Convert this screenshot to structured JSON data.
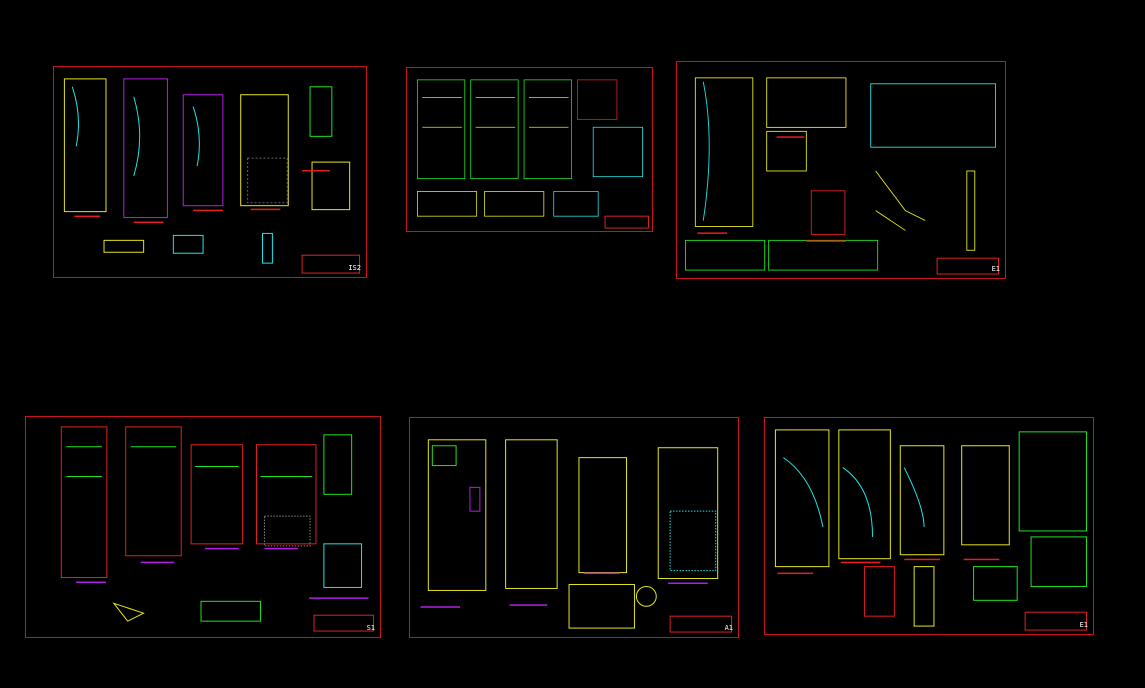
{
  "viewer": {
    "background": "#000000"
  },
  "colors": {
    "border": "#c8141e",
    "wall_primary": "#e6e61e",
    "wall_secondary": "#b41ee6",
    "dimension": "#1ee6e6",
    "annotation": "#e61e1e",
    "table_green": "#1ee61e"
  },
  "sheets": [
    {
      "id": "sheet-1",
      "number": "IS2"
    },
    {
      "id": "sheet-2",
      "number": ""
    },
    {
      "id": "sheet-3",
      "number": "E1"
    },
    {
      "id": "sheet-4",
      "number": "S1"
    },
    {
      "id": "sheet-5",
      "number": "A1"
    },
    {
      "id": "sheet-6",
      "number": "E1"
    }
  ]
}
